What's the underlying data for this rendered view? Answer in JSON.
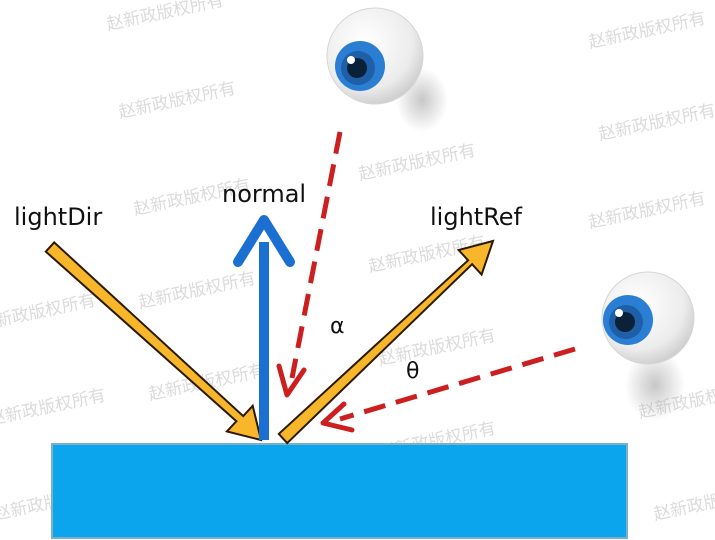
{
  "labels": {
    "light_dir": "lightDir",
    "normal": "normal",
    "light_ref": "lightRef",
    "alpha": "α",
    "theta": "θ"
  },
  "watermark": "赵新政版权所有",
  "colors": {
    "surface": "#0aa5ec",
    "surface_border": "#7ab0c8",
    "light_arrow_fill": "#f8b62a",
    "light_arrow_outline": "#2a1a00",
    "normal_arrow": "#1b6fd1",
    "view_arrow": "#cc1f1f",
    "eye_iris": "#2a7fd4",
    "eye_white": "#f2f2f2"
  },
  "icons": {
    "eye_top": "eye-icon",
    "eye_right": "eye-icon"
  }
}
